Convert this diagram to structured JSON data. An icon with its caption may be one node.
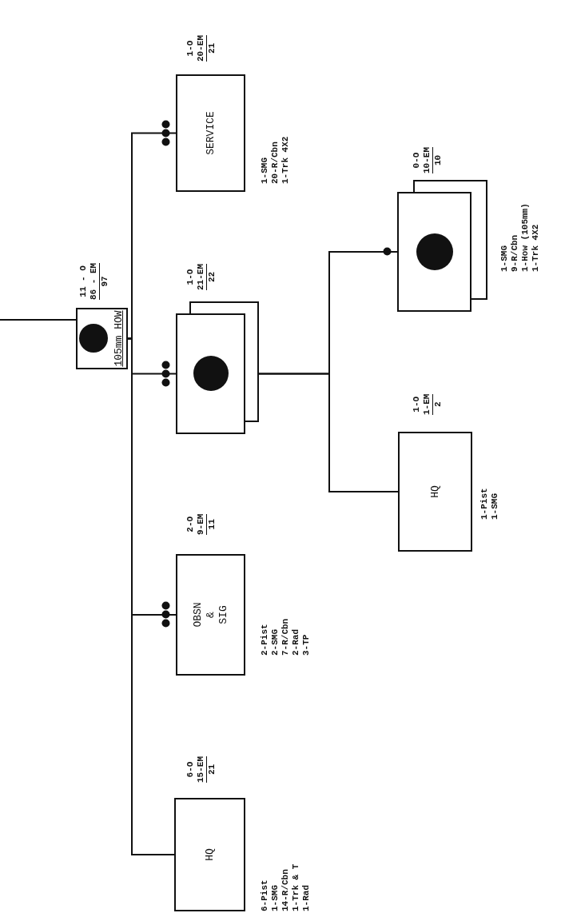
{
  "diagram": {
    "nodes": [
      {
        "text": [
          "105mm HOW"
        ],
        "beside": [
          "11 - O",
          "86 - EM",
          "97"
        ]
      },
      {
        "text": [
          "HQ"
        ],
        "beside": [
          "6-O",
          "15-EM",
          "21",
          "6-Pist",
          "1-SMG",
          "14-R/Cbn",
          "1-Trk & T",
          "1-Rad"
        ]
      },
      {
        "text": [
          "OBSN & SIG"
        ],
        "beside": [
          "2-O",
          "9-EM",
          "11",
          "2-Pist",
          "2-SMG",
          "7-R/Cbn",
          "2-Rad",
          "3-TP"
        ]
      },
      {
        "text": [],
        "shape": "box",
        "beside": [
          "1-O",
          "21-EM",
          "22"
        ]
      },
      {
        "text": [
          "SERVICE"
        ],
        "beside": [
          "1-O",
          "20-EM",
          "21",
          "1-SMG",
          "20-R/Cbn",
          "1-Trk 4X2"
        ]
      },
      {
        "text": [
          "HQ"
        ],
        "beside": [
          "1-O",
          "1-EM",
          "2",
          "1-Pist",
          "1-SMG"
        ]
      },
      {
        "text": [],
        "shape": "box",
        "beside": [
          "0-O",
          "10-EM",
          "10",
          "1-SMG",
          "9-R/Cbn",
          "1-How (105mm)",
          "1-Trk 4X2"
        ]
      }
    ],
    "edges": [
      {
        "from": null,
        "to": 0,
        "arrow": "none"
      },
      {
        "from": 0,
        "to": 1,
        "arrow": "none"
      },
      {
        "from": 0,
        "to": 2,
        "arrow": "none"
      },
      {
        "from": 0,
        "to": 3,
        "arrow": "none"
      },
      {
        "from": 0,
        "to": 4,
        "arrow": "none"
      },
      {
        "from": 3,
        "to": 5,
        "arrow": "none"
      },
      {
        "from": 3,
        "to": 6,
        "arrow": "none"
      }
    ]
  }
}
